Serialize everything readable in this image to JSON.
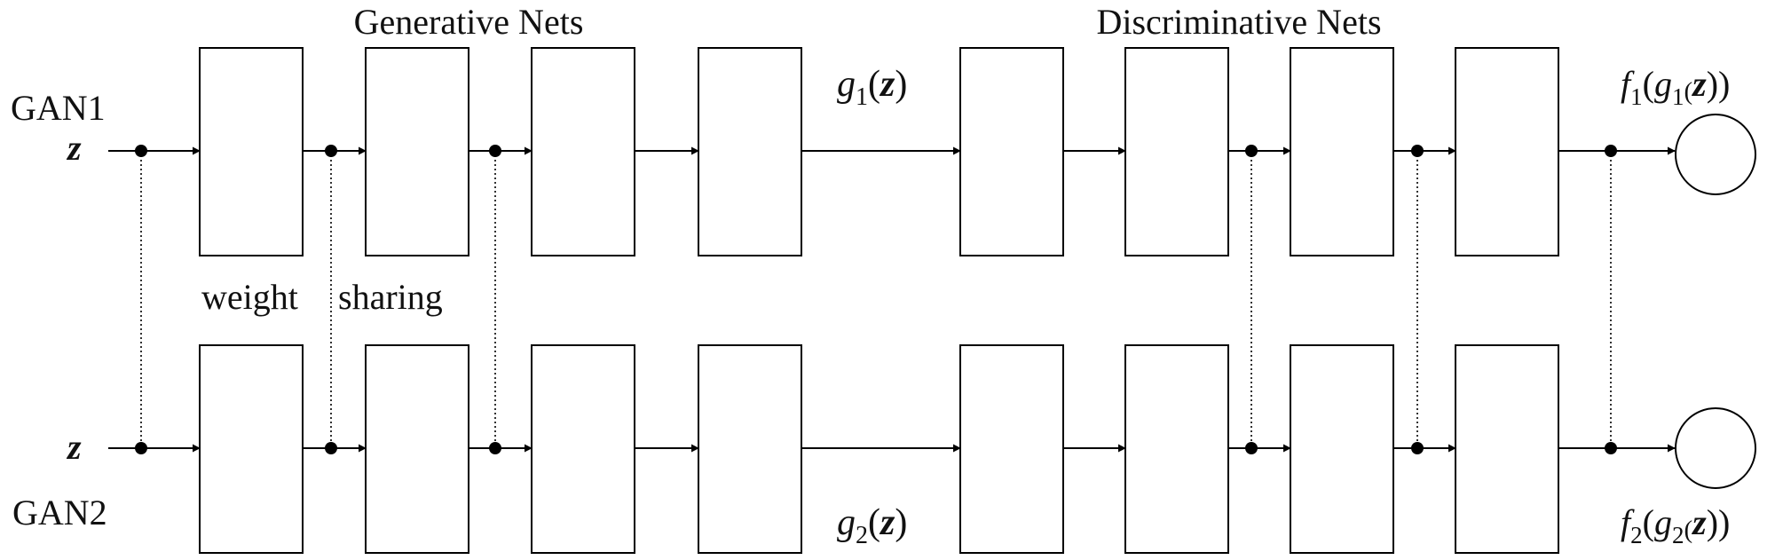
{
  "title_generative": "Generative Nets",
  "title_discriminative": "Discriminative Nets",
  "shared_label_1": "weight",
  "shared_label_2": "sharing",
  "gan1": {
    "name": "GAN1",
    "input": "z",
    "gen_output": {
      "fn": "g",
      "sub": "1",
      "arg": "z"
    },
    "disc_output": {
      "fn": "f",
      "sub": "1",
      "inner_fn": "g",
      "inner_sub": "1",
      "arg": "z"
    }
  },
  "gan2": {
    "name": "GAN2",
    "input": "z",
    "gen_output": {
      "fn": "g",
      "sub": "2",
      "arg": "z"
    },
    "disc_output": {
      "fn": "f",
      "sub": "2",
      "inner_fn": "g",
      "inner_sub": "2",
      "arg": "z"
    }
  }
}
